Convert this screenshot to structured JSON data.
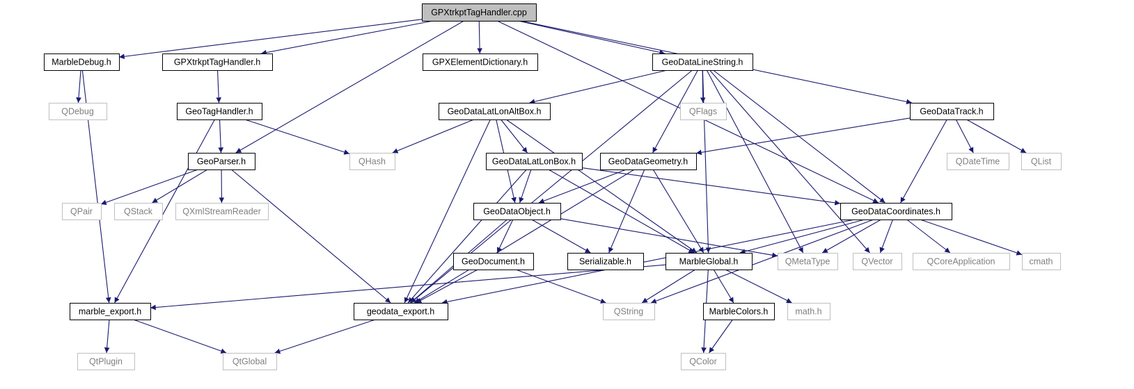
{
  "colors": {
    "edge": "#191970",
    "root_fill": "#bfbfbf",
    "header_border": "#000000",
    "system_border": "#bfbfbf",
    "system_text": "#7f7f7f"
  },
  "nodes": [
    {
      "id": "cpp",
      "label": "GPXtrkptTagHandler.cpp",
      "kind": "root"
    },
    {
      "id": "marbledebug",
      "label": "MarbleDebug.h",
      "kind": "header"
    },
    {
      "id": "gpxh",
      "label": "GPXtrkptTagHandler.h",
      "kind": "header"
    },
    {
      "id": "gpxdict",
      "label": "GPXElementDictionary.h",
      "kind": "header"
    },
    {
      "id": "linestring",
      "label": "GeoDataLineString.h",
      "kind": "header"
    },
    {
      "id": "qdebug",
      "label": "QDebug",
      "kind": "system"
    },
    {
      "id": "geotag",
      "label": "GeoTagHandler.h",
      "kind": "header"
    },
    {
      "id": "latlonalt",
      "label": "GeoDataLatLonAltBox.h",
      "kind": "header"
    },
    {
      "id": "qflags",
      "label": "QFlags",
      "kind": "system"
    },
    {
      "id": "track",
      "label": "GeoDataTrack.h",
      "kind": "header"
    },
    {
      "id": "parser",
      "label": "GeoParser.h",
      "kind": "header"
    },
    {
      "id": "qhash",
      "label": "QHash",
      "kind": "system"
    },
    {
      "id": "latlon",
      "label": "GeoDataLatLonBox.h",
      "kind": "header"
    },
    {
      "id": "geometry",
      "label": "GeoDataGeometry.h",
      "kind": "header"
    },
    {
      "id": "qdatetime",
      "label": "QDateTime",
      "kind": "system"
    },
    {
      "id": "qlist",
      "label": "QList",
      "kind": "system"
    },
    {
      "id": "qpair",
      "label": "QPair",
      "kind": "system"
    },
    {
      "id": "qstack",
      "label": "QStack",
      "kind": "system"
    },
    {
      "id": "qxml",
      "label": "QXmlStreamReader",
      "kind": "system"
    },
    {
      "id": "object",
      "label": "GeoDataObject.h",
      "kind": "header"
    },
    {
      "id": "coords",
      "label": "GeoDataCoordinates.h",
      "kind": "header"
    },
    {
      "id": "document",
      "label": "GeoDocument.h",
      "kind": "header"
    },
    {
      "id": "serializable",
      "label": "Serializable.h",
      "kind": "header"
    },
    {
      "id": "global",
      "label": "MarbleGlobal.h",
      "kind": "header"
    },
    {
      "id": "qmetatype",
      "label": "QMetaType",
      "kind": "system"
    },
    {
      "id": "qvector",
      "label": "QVector",
      "kind": "system"
    },
    {
      "id": "qcoreapp",
      "label": "QCoreApplication",
      "kind": "system"
    },
    {
      "id": "cmath",
      "label": "cmath",
      "kind": "system"
    },
    {
      "id": "marbleexport",
      "label": "marble_export.h",
      "kind": "header"
    },
    {
      "id": "geodataexport",
      "label": "geodata_export.h",
      "kind": "header"
    },
    {
      "id": "qstring",
      "label": "QString",
      "kind": "system"
    },
    {
      "id": "colors",
      "label": "MarbleColors.h",
      "kind": "header"
    },
    {
      "id": "mathh",
      "label": "math.h",
      "kind": "system"
    },
    {
      "id": "qtplugin",
      "label": "QtPlugin",
      "kind": "system"
    },
    {
      "id": "qtglobal",
      "label": "QtGlobal",
      "kind": "system"
    },
    {
      "id": "qcolor",
      "label": "QColor",
      "kind": "system"
    }
  ],
  "edges": [
    [
      "cpp",
      "marbledebug"
    ],
    [
      "cpp",
      "gpxh"
    ],
    [
      "cpp",
      "gpxdict"
    ],
    [
      "cpp",
      "linestring"
    ],
    [
      "cpp",
      "parser"
    ],
    [
      "cpp",
      "coords"
    ],
    [
      "cpp",
      "track"
    ],
    [
      "marbledebug",
      "qdebug"
    ],
    [
      "marbledebug",
      "marbleexport"
    ],
    [
      "gpxh",
      "geotag"
    ],
    [
      "geotag",
      "parser"
    ],
    [
      "geotag",
      "qhash"
    ],
    [
      "geotag",
      "marbleexport"
    ],
    [
      "linestring",
      "latlonalt"
    ],
    [
      "linestring",
      "qflags"
    ],
    [
      "linestring",
      "geodataexport"
    ],
    [
      "linestring",
      "geometry"
    ],
    [
      "linestring",
      "global"
    ],
    [
      "linestring",
      "qmetatype"
    ],
    [
      "linestring",
      "qvector"
    ],
    [
      "linestring",
      "coords"
    ],
    [
      "latlonalt",
      "qhash"
    ],
    [
      "latlonalt",
      "latlon"
    ],
    [
      "latlonalt",
      "object"
    ],
    [
      "latlonalt",
      "geodataexport"
    ],
    [
      "latlonalt",
      "global"
    ],
    [
      "track",
      "geometry"
    ],
    [
      "track",
      "qdatetime"
    ],
    [
      "track",
      "qlist"
    ],
    [
      "track",
      "coords"
    ],
    [
      "parser",
      "qpair"
    ],
    [
      "parser",
      "qstack"
    ],
    [
      "parser",
      "qxml"
    ],
    [
      "parser",
      "geodataexport"
    ],
    [
      "latlon",
      "object"
    ],
    [
      "latlon",
      "geodataexport"
    ],
    [
      "latlon",
      "global"
    ],
    [
      "latlon",
      "coords"
    ],
    [
      "geometry",
      "object"
    ],
    [
      "geometry",
      "serializable"
    ],
    [
      "geometry",
      "global"
    ],
    [
      "geometry",
      "geodataexport"
    ],
    [
      "object",
      "document"
    ],
    [
      "object",
      "serializable"
    ],
    [
      "object",
      "qmetatype"
    ],
    [
      "object",
      "geodataexport"
    ],
    [
      "coords",
      "global"
    ],
    [
      "coords",
      "qmetatype"
    ],
    [
      "coords",
      "qvector"
    ],
    [
      "coords",
      "qcoreapp"
    ],
    [
      "coords",
      "cmath"
    ],
    [
      "coords",
      "geodataexport"
    ],
    [
      "coords",
      "qstring"
    ],
    [
      "document",
      "geodataexport"
    ],
    [
      "document",
      "qstring"
    ],
    [
      "global",
      "marbleexport"
    ],
    [
      "global",
      "qstring"
    ],
    [
      "global",
      "colors"
    ],
    [
      "global",
      "mathh"
    ],
    [
      "global",
      "qcolor"
    ],
    [
      "colors",
      "qcolor"
    ],
    [
      "marbleexport",
      "qtplugin"
    ],
    [
      "marbleexport",
      "qtglobal"
    ],
    [
      "geodataexport",
      "qtglobal"
    ]
  ]
}
